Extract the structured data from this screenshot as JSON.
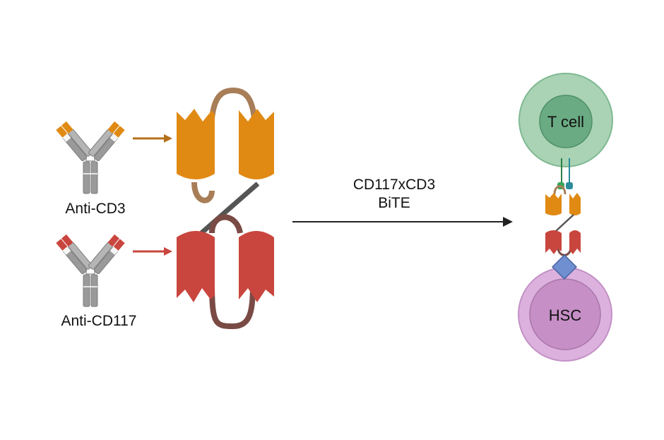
{
  "labels": {
    "anti_cd3": "Anti-CD3",
    "anti_cd117": "Anti-CD117",
    "bite_line1": "CD117xCD3",
    "bite_line2": "BiTE",
    "t_cell": "T cell",
    "hsc": "HSC"
  },
  "colors": {
    "cd3_orange": "#e08a14",
    "cd3_orange_dark": "#b5701a",
    "cd117_red": "#c9463e",
    "cd117_red_dark": "#7a3b37",
    "linker_tan": "#a87e58",
    "linker_brown": "#7a4a44",
    "grey_linker": "#555555",
    "antibody_grey": "#9a9a9a",
    "tcell_outer": "#a9d3b4",
    "tcell_inner": "#6aab83",
    "hsc_outer": "#dcb1de",
    "hsc_inner": "#c68fc6",
    "receptor_green": "#3aa35a",
    "receptor_teal": "#2a8c9a",
    "antigen_blue": "#6f8fd1",
    "text": "#111111"
  }
}
